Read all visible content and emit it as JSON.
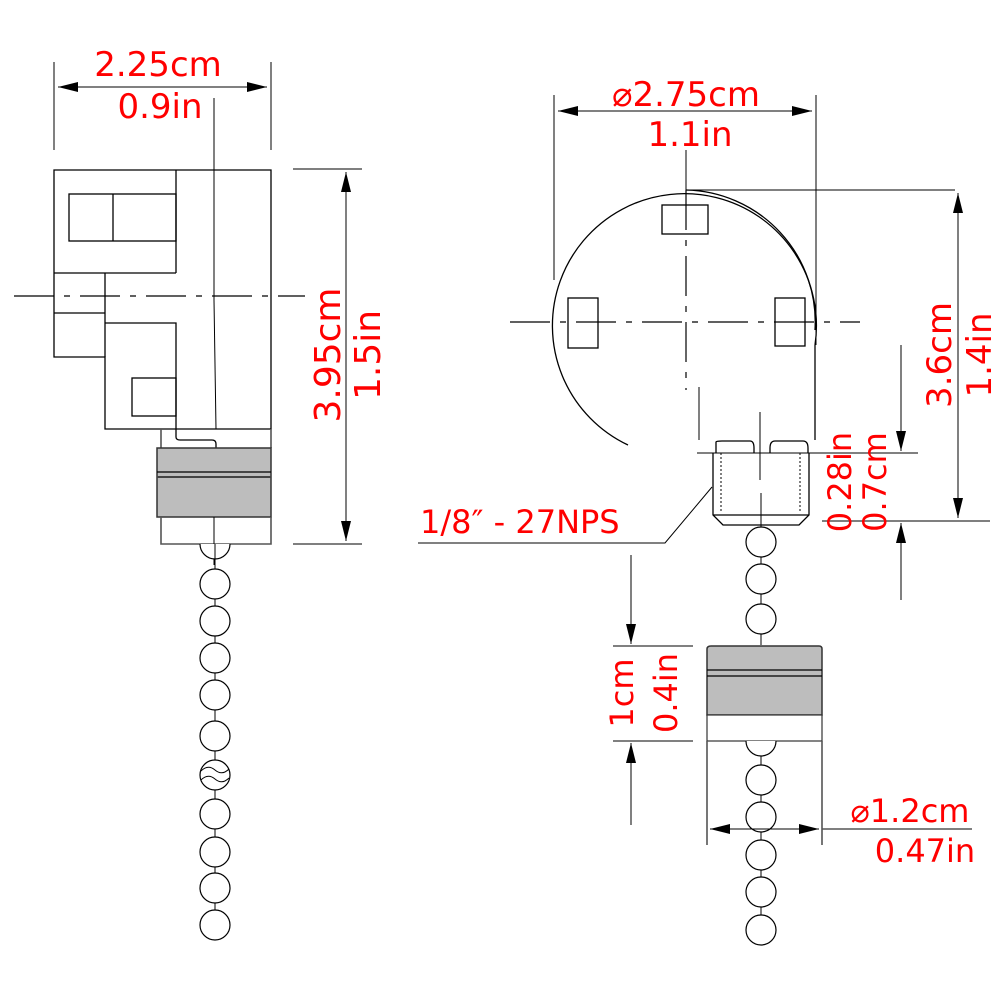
{
  "colors": {
    "dimension_text": "#ff0000",
    "line": "#000000",
    "knob_fill": "#bdbdbd"
  },
  "left_view": {
    "width_dim": {
      "cm": "2.25cm",
      "in": "0.9in"
    },
    "height_dim": {
      "cm": "3.95cm",
      "in": "1.5in"
    },
    "chain_beads": 11
  },
  "right_view": {
    "diameter_dim": {
      "cm": "⌀2.75cm",
      "in": "1.1in"
    },
    "height_dim": {
      "cm": "3.6cm",
      "in": "1.4in"
    },
    "thread_height_dim": {
      "in": "0.28in",
      "cm": "0.7cm"
    },
    "thread_label": "1/8″ - 27NPS",
    "knob_height_dim": {
      "cm": "1cm",
      "in": "0.4in"
    },
    "knob_diameter_dim": {
      "cm": "⌀1.2cm",
      "in": "0.47in"
    }
  }
}
